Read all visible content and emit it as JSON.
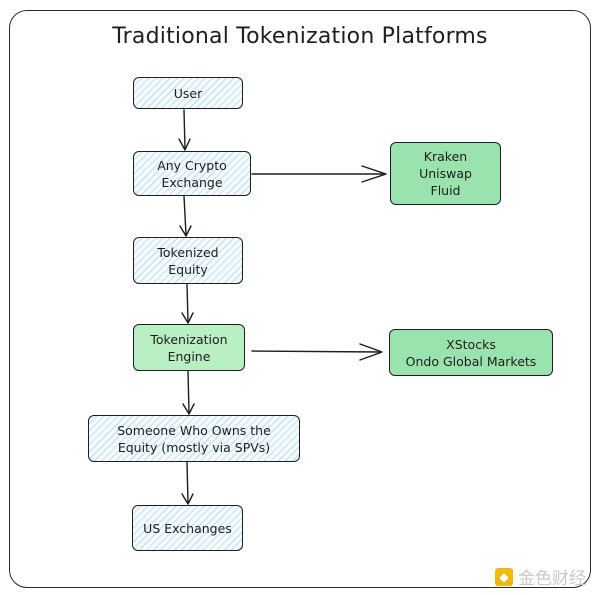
{
  "title": "Traditional Tokenization Platforms",
  "nodes": {
    "user": [
      "User"
    ],
    "crypto_exchange": [
      "Any Crypto",
      "Exchange"
    ],
    "tokenized_equity": [
      "Tokenized",
      "Equity"
    ],
    "tokenization_engine": [
      "Tokenization",
      "Engine"
    ],
    "equity_owner": [
      "Someone Who Owns the",
      "Equity (mostly via SPVs)"
    ],
    "us_exchanges": [
      "US Exchanges"
    ],
    "crypto_platforms": [
      "Kraken",
      "Uniswap",
      "Fluid"
    ],
    "tokenized_stock_platforms": [
      "XStocks",
      "Ondo Global Markets"
    ]
  },
  "colors": {
    "stroke": "#1e1e1e",
    "hatch_fill": "#f4fbff",
    "green_fill": "#b8f0c4"
  },
  "watermark": {
    "logo": "binance-logo",
    "text": "金色财经"
  }
}
